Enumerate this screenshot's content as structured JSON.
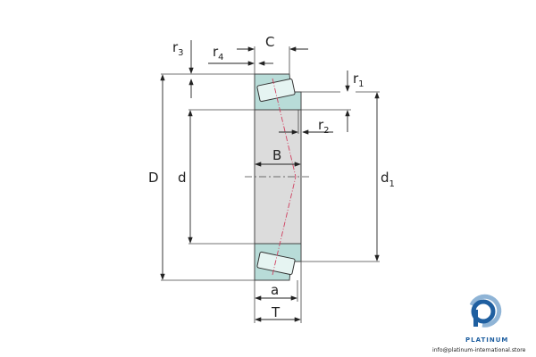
{
  "diagram": {
    "labels": {
      "D": "D",
      "d": "d",
      "d1_base": "d",
      "d1_sub": "1",
      "C": "C",
      "B": "B",
      "a": "a",
      "T": "T",
      "r1_base": "r",
      "r1_sub": "1",
      "r2_base": "r",
      "r2_sub": "2",
      "r3_base": "r",
      "r3_sub": "3",
      "r4_base": "r",
      "r4_sub": "4"
    },
    "colors": {
      "ring": "#b8dcd8",
      "cone": "#dcdcdc",
      "roller": "#cfe9e6",
      "line": "#333333",
      "axis": "#d04060"
    }
  },
  "logo": {
    "brand": "PLATINUM",
    "email": "info@platinum-international.store",
    "color": "#1f5fa0"
  }
}
